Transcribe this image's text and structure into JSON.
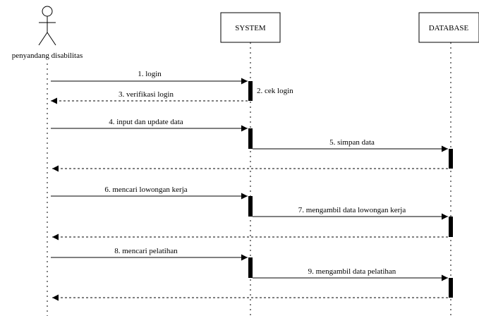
{
  "participants": {
    "actor": "penyandang disabilitas",
    "system": "SYSTEM",
    "database": "DATABASE"
  },
  "messages": [
    {
      "label": "1. login",
      "from": "actor",
      "to": "system",
      "kind": "call"
    },
    {
      "label": "2. cek login",
      "from": "system",
      "to": "system",
      "kind": "self"
    },
    {
      "label": "3. verifikasi login",
      "from": "system",
      "to": "actor",
      "kind": "return"
    },
    {
      "label": "4. input dan update data",
      "from": "actor",
      "to": "system",
      "kind": "call"
    },
    {
      "label": "5. simpan data",
      "from": "system",
      "to": "database",
      "kind": "call"
    },
    {
      "label": "",
      "from": "database",
      "to": "actor",
      "kind": "return"
    },
    {
      "label": "6. mencari lowongan kerja",
      "from": "actor",
      "to": "system",
      "kind": "call"
    },
    {
      "label": "7. mengambil data lowongan kerja",
      "from": "system",
      "to": "database",
      "kind": "call"
    },
    {
      "label": "",
      "from": "database",
      "to": "actor",
      "kind": "return"
    },
    {
      "label": "8. mencari pelatihan",
      "from": "actor",
      "to": "system",
      "kind": "call"
    },
    {
      "label": "9. mengambil data pelatihan",
      "from": "system",
      "to": "database",
      "kind": "call"
    },
    {
      "label": "",
      "from": "database",
      "to": "actor",
      "kind": "return"
    }
  ]
}
